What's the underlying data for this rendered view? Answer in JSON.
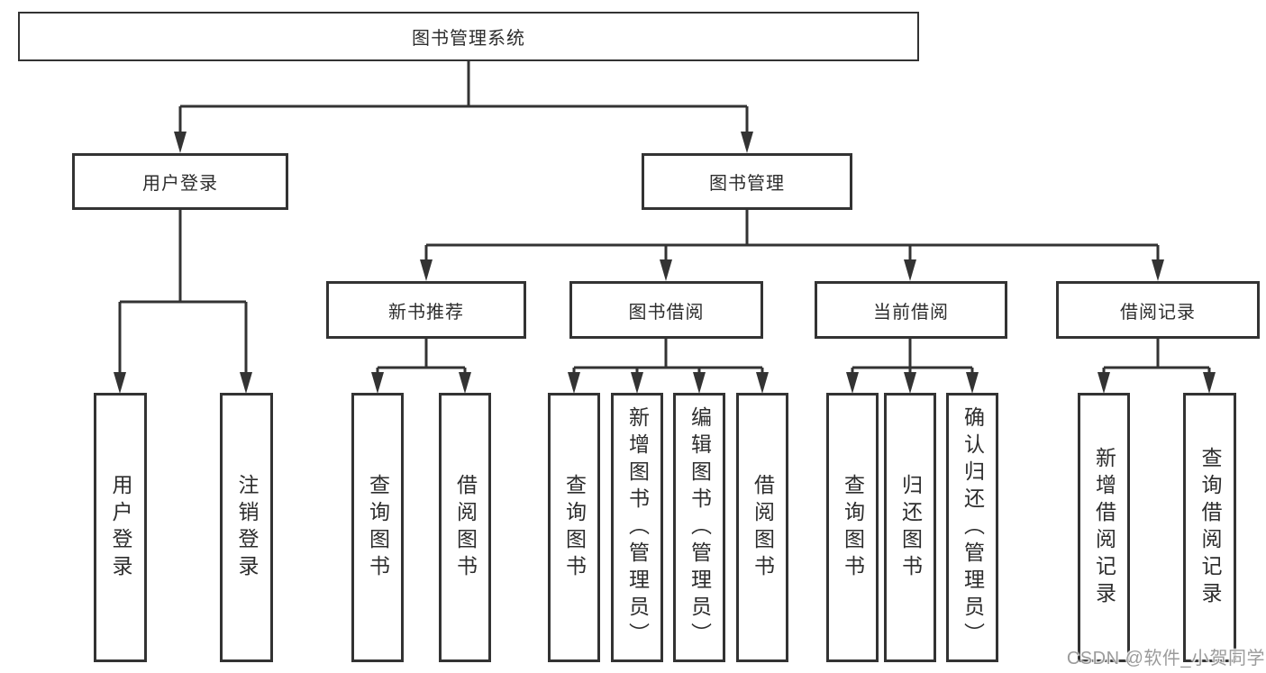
{
  "tree": {
    "label": "图书管理系统",
    "children": [
      {
        "label": "用户登录",
        "children": [
          {
            "label": "用户登录"
          },
          {
            "label": "注销登录"
          }
        ]
      },
      {
        "label": "图书管理",
        "children": [
          {
            "label": "新书推荐",
            "children": [
              {
                "label": "查询图书"
              },
              {
                "label": "借阅图书"
              }
            ]
          },
          {
            "label": "图书借阅",
            "children": [
              {
                "label": "查询图书"
              },
              {
                "label": "新增图书（管理员）"
              },
              {
                "label": "编辑图书（管理员）"
              },
              {
                "label": "借阅图书"
              }
            ]
          },
          {
            "label": "当前借阅",
            "children": [
              {
                "label": "查询图书"
              },
              {
                "label": "归还图书"
              },
              {
                "label": "确认归还（管理员）"
              }
            ]
          },
          {
            "label": "借阅记录",
            "children": [
              {
                "label": "新增借阅记录"
              },
              {
                "label": "查询借阅记录"
              }
            ]
          }
        ]
      }
    ]
  },
  "watermark": "CSDN @软件_小贺同学",
  "colors": {
    "line": "#333333",
    "text": "#2d2d2d",
    "watermark_gray": "#9b9b9b",
    "background": "#ffffff"
  }
}
